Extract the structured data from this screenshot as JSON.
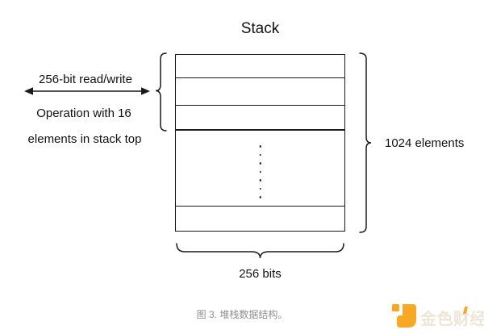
{
  "diagram": {
    "title": "Stack",
    "left_label": {
      "arrow_caption": "256-bit read/write",
      "description_line1": "Operation with 16",
      "description_line2": "elements in stack top"
    },
    "right_label": "1024 elements",
    "width_label": "256 bits",
    "top_section_rows": 3,
    "ellipsis_dot_count": 7
  },
  "caption": "图 3. 堆栈数据结构。",
  "watermark": {
    "brand": "金色财经",
    "accent_color": "#F7A825",
    "text_color": "#EFE5D6"
  },
  "colors": {
    "ink": "#1A1A1A",
    "caption_gray": "#8F8F8F",
    "background": "#FFFFFF"
  }
}
